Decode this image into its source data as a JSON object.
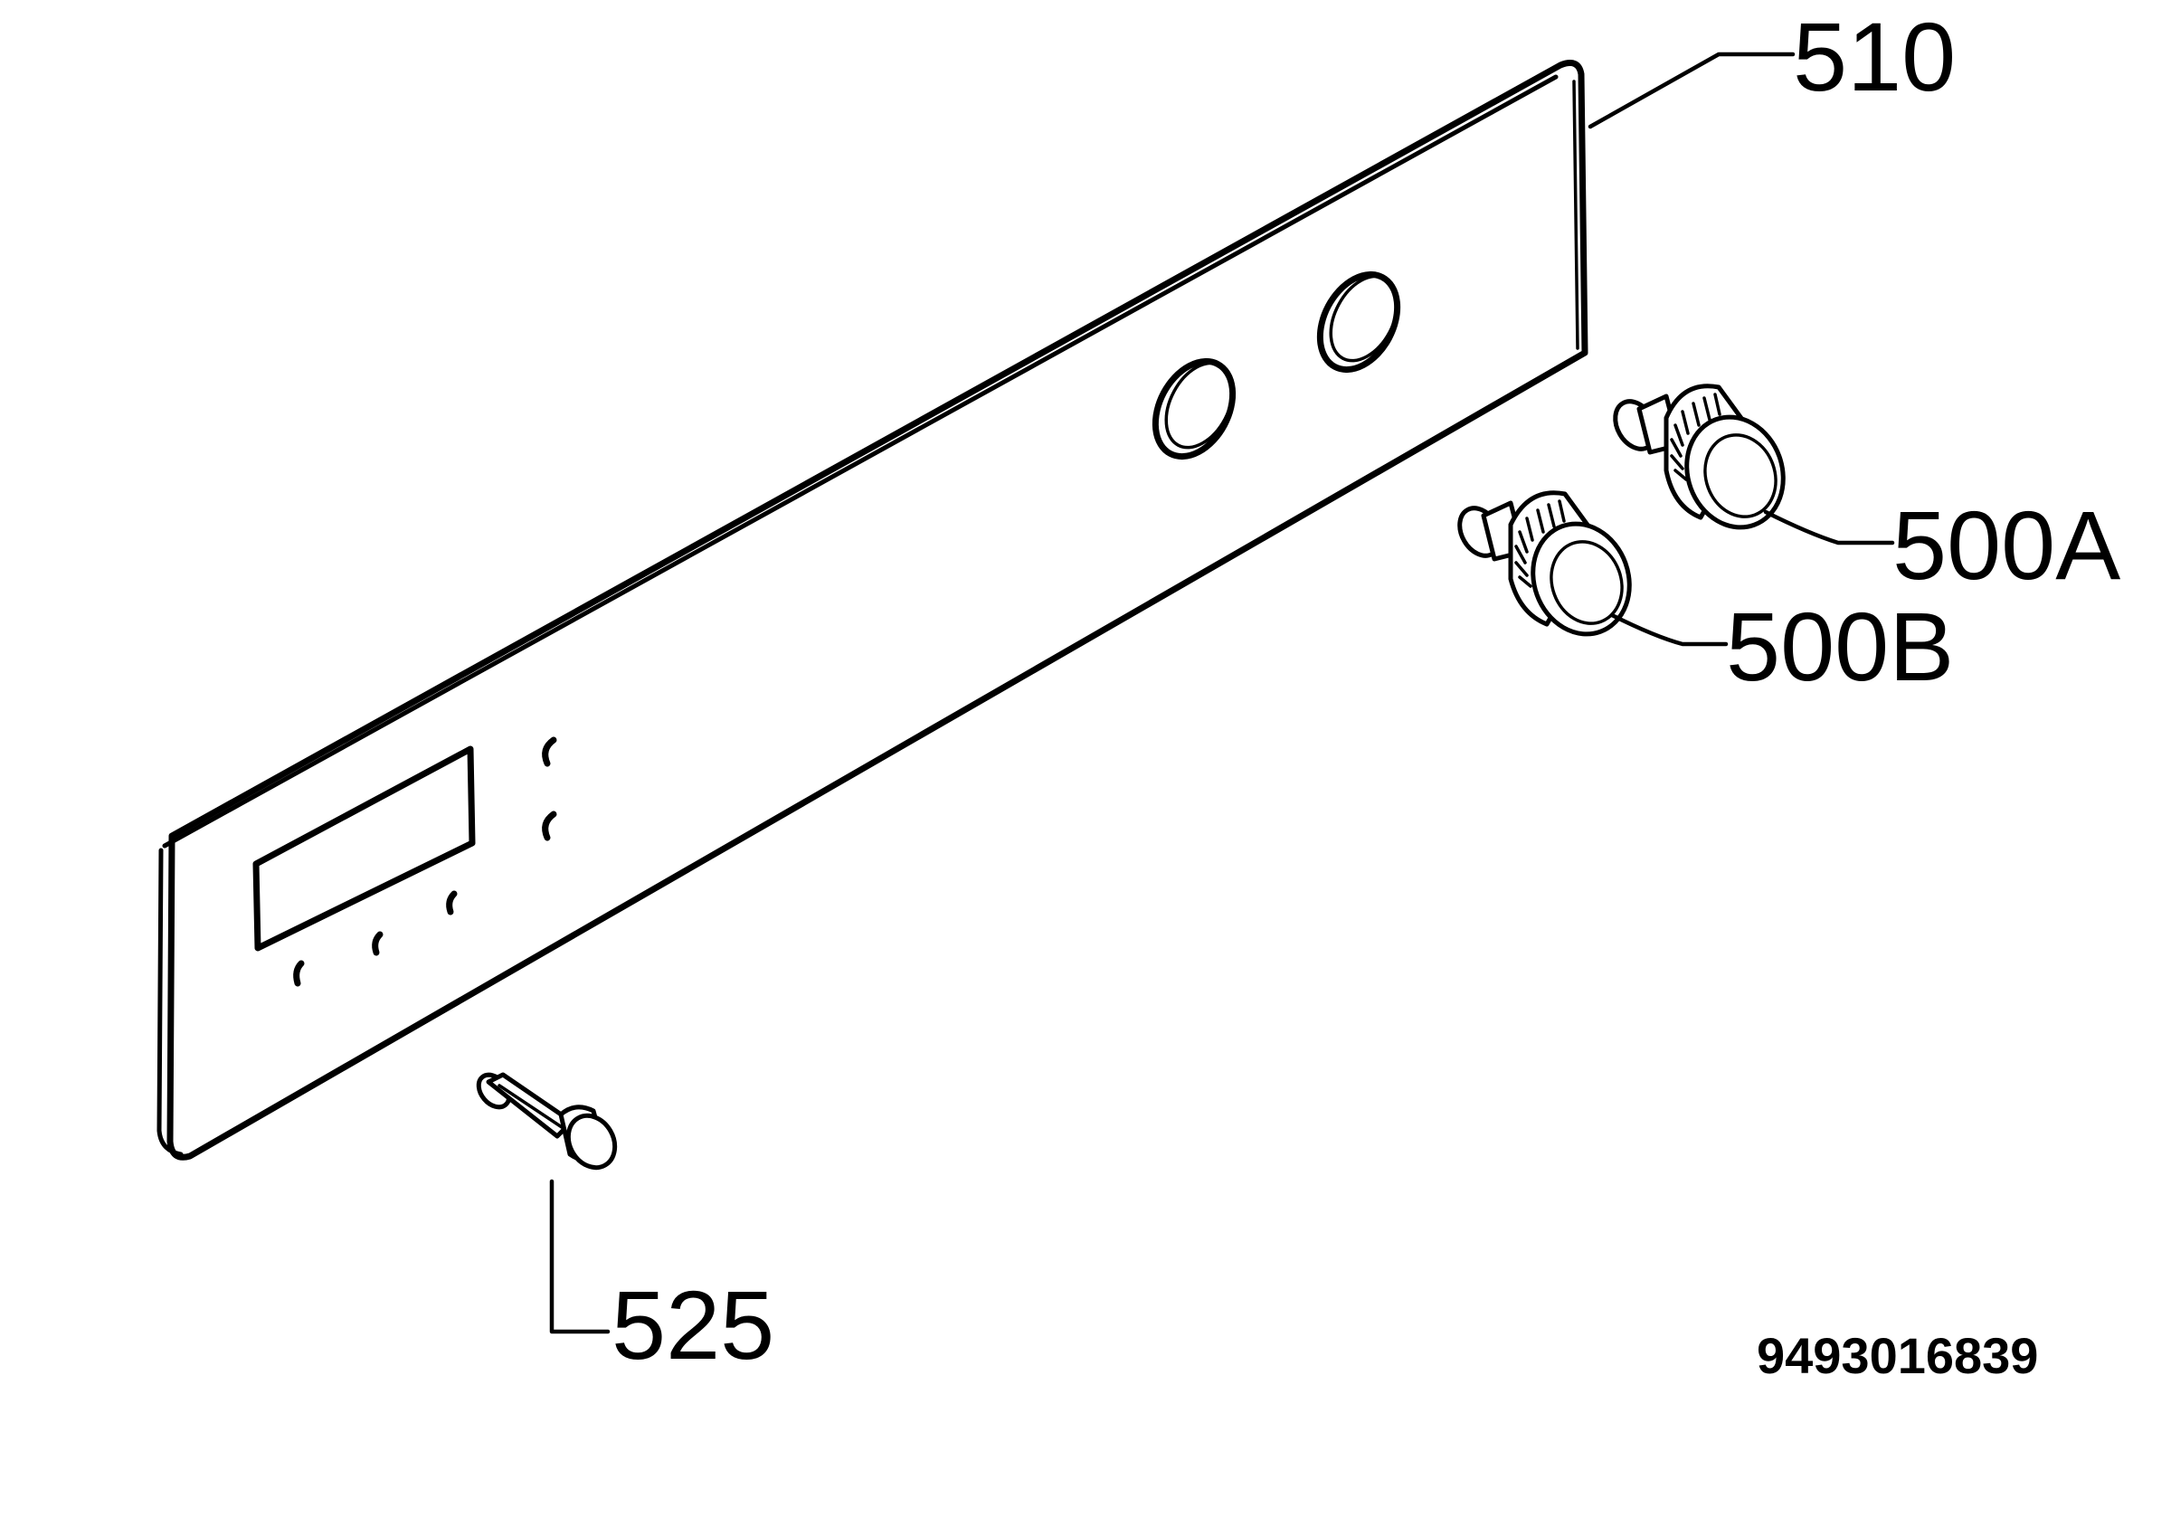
{
  "diagram": {
    "labels": {
      "panel": "510",
      "knob_a": "500A",
      "knob_b": "500B",
      "spindle": "525"
    },
    "drawing_number": "9493016839"
  },
  "colors": {
    "ink": "#000000",
    "background": "#ffffff"
  }
}
